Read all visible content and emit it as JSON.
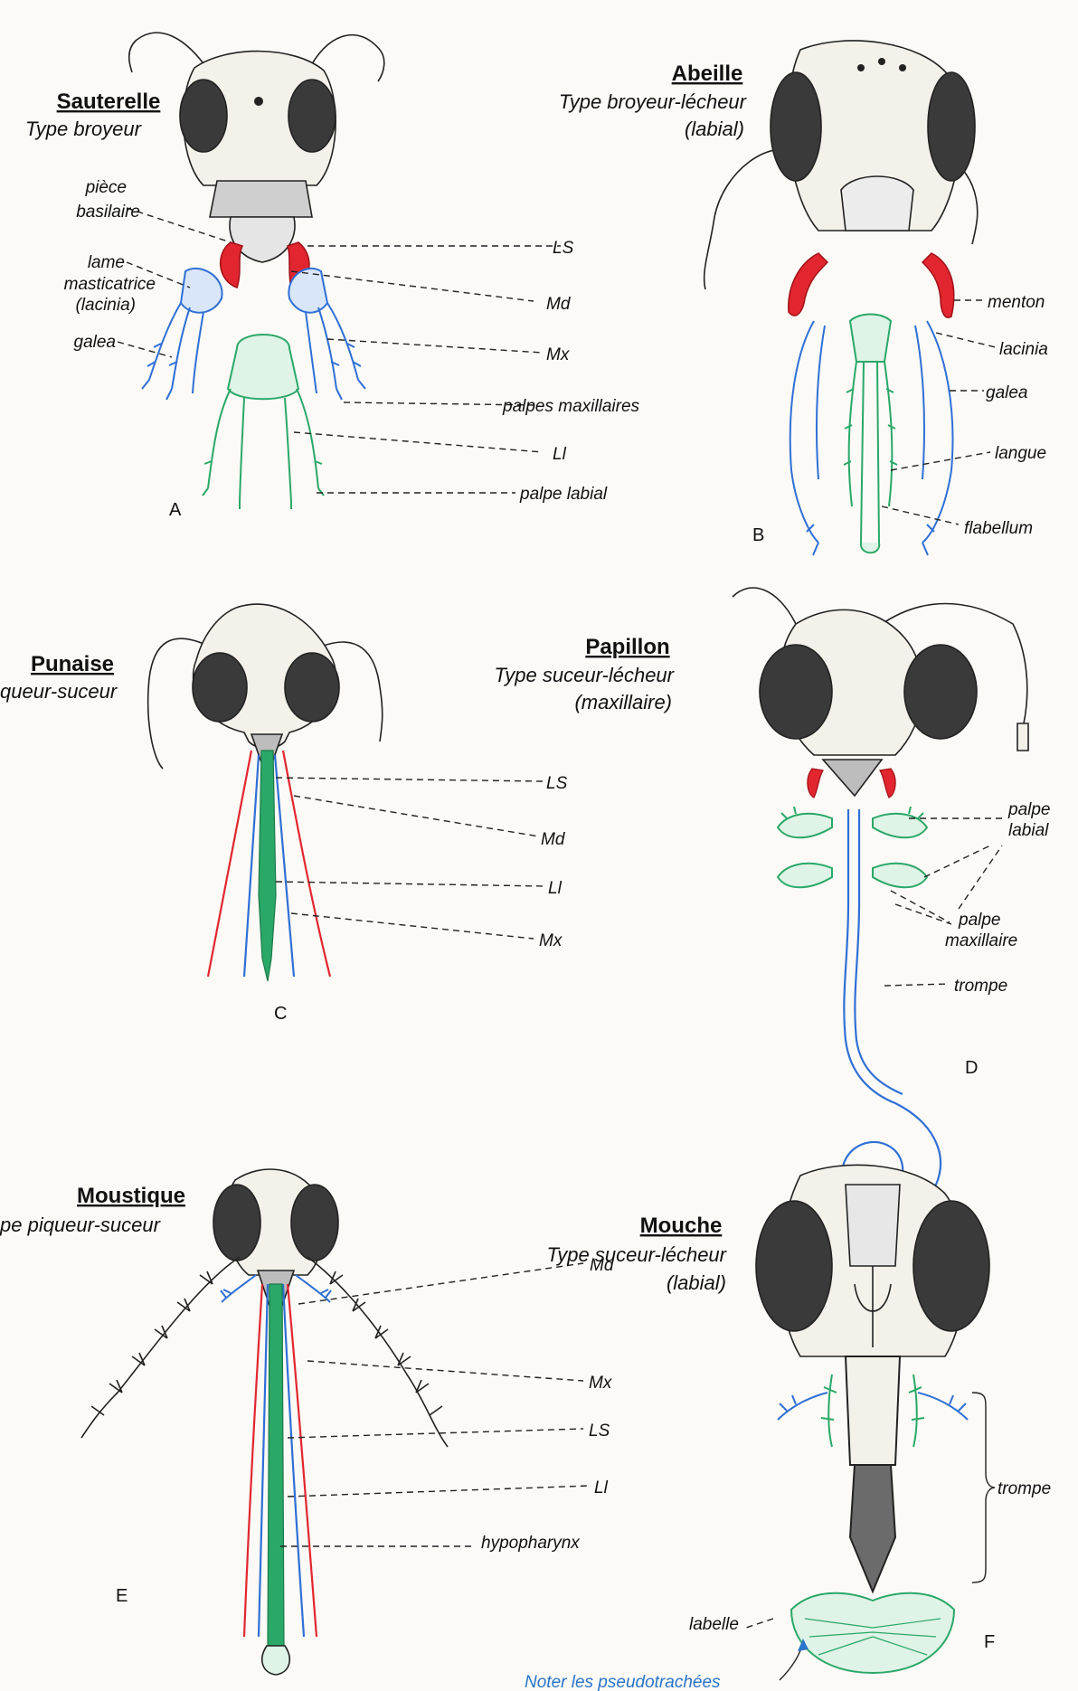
{
  "colors": {
    "mandible": "#e2262f",
    "maxilla": "#2f6fd6",
    "labium": "#2aa868",
    "note": "#2a74c9",
    "ink": "#222222"
  },
  "panels": {
    "A": {
      "title": "Sauterelle",
      "subtitle": [
        "Type broyeur"
      ],
      "letter": "A",
      "labels": {
        "piece_basilaire": [
          "pièce",
          "basilaire"
        ],
        "lame": [
          "lame",
          "masticatrice",
          "(lacinia)"
        ],
        "galea": "galea",
        "LS": "LS",
        "Md": "Md",
        "Mx": "Mx",
        "palpes_maxillaires": "palpes maxillaires",
        "Ll": "Ll",
        "palpe_labial": "palpe labial"
      }
    },
    "B": {
      "title": "Abeille",
      "subtitle": [
        "Type broyeur-lécheur",
        "(labial)"
      ],
      "letter": "B",
      "labels": {
        "menton": "menton",
        "lacinia": "lacinia",
        "galea": "galea",
        "langue": "langue",
        "flabellum": "flabellum"
      }
    },
    "C": {
      "title": "Punaise",
      "subtitle": [
        "queur-suceur"
      ],
      "letter": "C",
      "labels": {
        "LS": "LS",
        "Md": "Md",
        "Ll": "Ll",
        "Mx": "Mx"
      }
    },
    "D": {
      "title": "Papillon",
      "subtitle": [
        "Type suceur-lécheur",
        "(maxillaire)"
      ],
      "letter": "D",
      "labels": {
        "palpe_labial": [
          "palpe",
          "labial"
        ],
        "palpe_maxillaire": [
          "palpe",
          "maxillaire"
        ],
        "trompe": "trompe"
      }
    },
    "E": {
      "title": "Moustique",
      "subtitle": [
        "pe piqueur-suceur"
      ],
      "letter": "E",
      "labels": {
        "Md": "Md",
        "Mx": "Mx",
        "LS": "LS",
        "Ll": "Ll",
        "hypopharynx": "hypopharynx"
      }
    },
    "F": {
      "title": "Mouche",
      "subtitle": [
        "Type suceur-lécheur",
        "(labial)"
      ],
      "letter": "F",
      "labels": {
        "trompe": "trompe",
        "labelle": "labelle"
      }
    }
  },
  "note": "Noter les pseudotrachées"
}
